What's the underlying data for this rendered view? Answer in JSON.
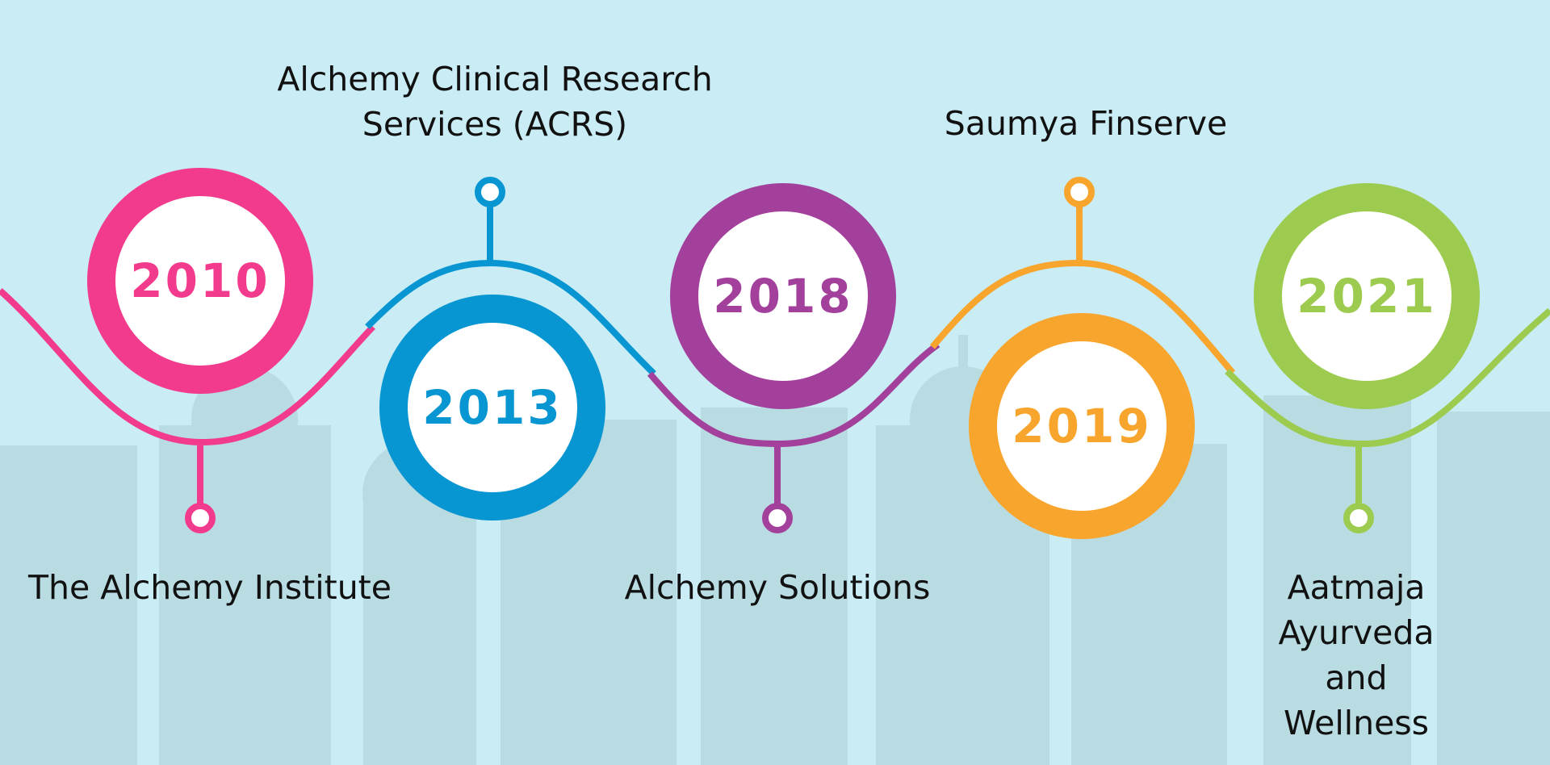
{
  "milestones": [
    {
      "year": "2010",
      "label": "The Alchemy Institute",
      "color": "#f23b8c"
    },
    {
      "year": "2013",
      "label": "Alchemy Clinical Research\nServices (ACRS)",
      "color": "#0896d2"
    },
    {
      "year": "2018",
      "label": "Alchemy Solutions",
      "color": "#a2409c"
    },
    {
      "year": "2019",
      "label": "Saumya Finserve",
      "color": "#f8a52d"
    },
    {
      "year": "2021",
      "label": "Aatmaja Ayurveda\nand Wellness",
      "color": "#9ccb4f"
    }
  ],
  "background_color": "#c9ecf5",
  "skyline_color": "#b9dce3"
}
